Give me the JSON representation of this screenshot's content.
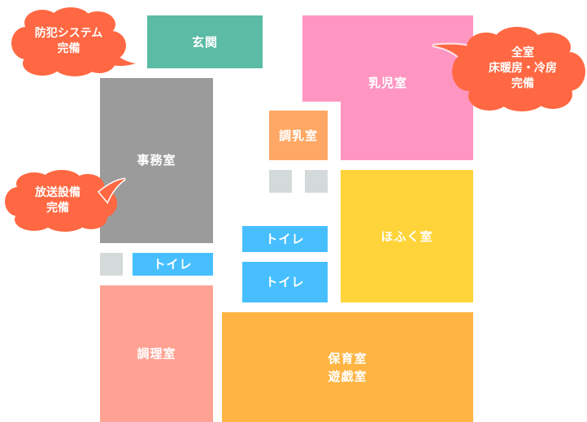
{
  "colors": {
    "entrance": "#5bbba5",
    "infant_room": "#ff96c2",
    "formula_room": "#ffa764",
    "office": "#9b9b9b",
    "toilet": "#47bfff",
    "crawling_room": "#ffd43a",
    "kitchen": "#ffa293",
    "nursery_play": "#ffb443",
    "storage": "#d3dad9",
    "bubble": "#ff6842"
  },
  "rooms": {
    "entrance": "玄関",
    "infant_room": "乳児室",
    "formula_room": "調乳室",
    "office": "事務室",
    "toilet_left": "トイレ",
    "toilet_mid_1": "トイレ",
    "toilet_mid_2": "トイレ",
    "crawling_room": "ほふく室",
    "kitchen": "調理室",
    "nursery_play": "保育室\n遊戯室"
  },
  "callouts": {
    "security": "防犯システム\n完備",
    "broadcast": "放送設備\n完備",
    "heating_cooling": "全室\n床暖房・冷房\n完備"
  }
}
